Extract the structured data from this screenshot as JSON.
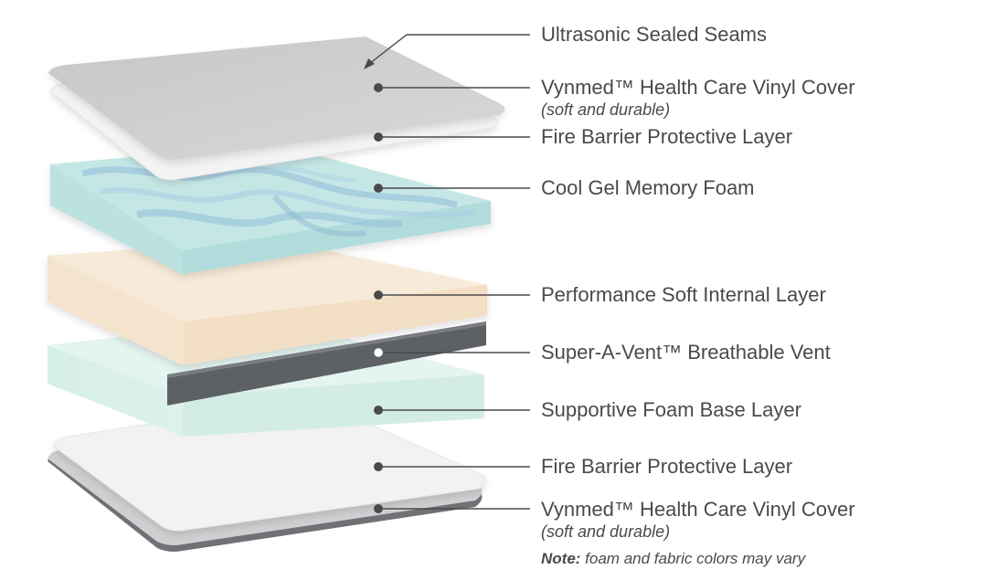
{
  "layers": [
    {
      "label": "Ultrasonic Sealed Seams"
    },
    {
      "label": "Vynmed™ Health Care Vinyl Cover",
      "sub": "(soft and durable)"
    },
    {
      "label": "Fire Barrier Protective Layer"
    },
    {
      "label": "Cool Gel Memory Foam"
    },
    {
      "label": "Performance Soft Internal Layer"
    },
    {
      "label": "Super-A-Vent™ Breathable Vent"
    },
    {
      "label": "Supportive Foam Base Layer"
    },
    {
      "label": "Fire Barrier Protective Layer"
    },
    {
      "label": "Vynmed™ Health Care Vinyl Cover",
      "sub": "(soft and durable)"
    }
  ],
  "note": {
    "prefix": "Note:",
    "text": " foam and fabric colors may vary"
  },
  "colors": {
    "vinyl": "#cfd0d2",
    "fire_barrier": "#f1f1f1",
    "gel_foam": "#bfe3e3",
    "gel_swirl": "#9cc4dc",
    "soft_layer": "#f6e6cf",
    "vent": "#5e6166",
    "base_foam": "#dff3ec",
    "leader_line": "#4a4a4a",
    "dot": "#4a4a4a",
    "text": "#4a4a4a"
  }
}
